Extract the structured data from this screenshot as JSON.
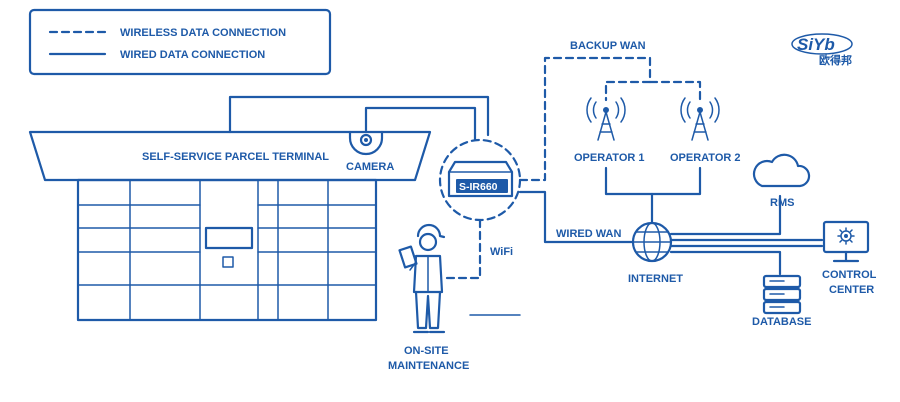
{
  "legend": {
    "wireless": "WIRELESS DATA CONNECTION",
    "wired": "WIRED DATA CONNECTION"
  },
  "labels": {
    "terminal": "SELF-SERVICE PARCEL TERMINAL",
    "camera": "CAMERA",
    "router": "S-IR660",
    "wifi": "WiFi",
    "maintenance_line1": "ON-SITE",
    "maintenance_line2": "MAINTENANCE",
    "backup_wan": "BACKUP WAN",
    "operator1": "OPERATOR 1",
    "operator2": "OPERATOR 2",
    "wired_wan": "WIRED WAN",
    "internet": "INTERNET",
    "rms": "RMS",
    "database": "DATABASE",
    "control_line1": "CONTROL",
    "control_line2": "CENTER"
  },
  "logo": {
    "text": "SiYb",
    "subtext": "欧得邦"
  },
  "colors": {
    "primary": "#1e5aa8",
    "background": "#ffffff"
  }
}
